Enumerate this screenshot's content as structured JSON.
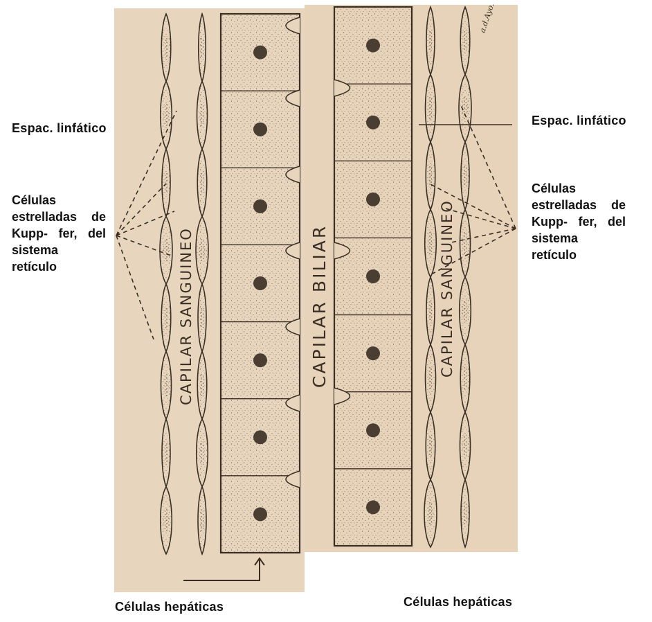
{
  "labels": {
    "lymph_left": "Espac. linfático",
    "lymph_right": "Espac. linfático",
    "kupffer_left": "Células estrelladas de Kupp- fer, del sistema retículo",
    "kupffer_right": "Células estrelladas de Kupp- fer, del sistema retículo",
    "hepatic_left": "Células hepáticas",
    "hepatic_right": "Células hepáticas"
  },
  "figure": {
    "capillary_blood_left": "CAPILAR SANGUINEO",
    "capillary_bile": "CAPILAR BILIAR",
    "capillary_blood_right": "CAPILAR SANGUINEO",
    "signature": "a.d.Ayo."
  },
  "colors": {
    "paper": "#e8d5bd",
    "ink": "#3a2e24",
    "cell": "#e2cdb3"
  }
}
